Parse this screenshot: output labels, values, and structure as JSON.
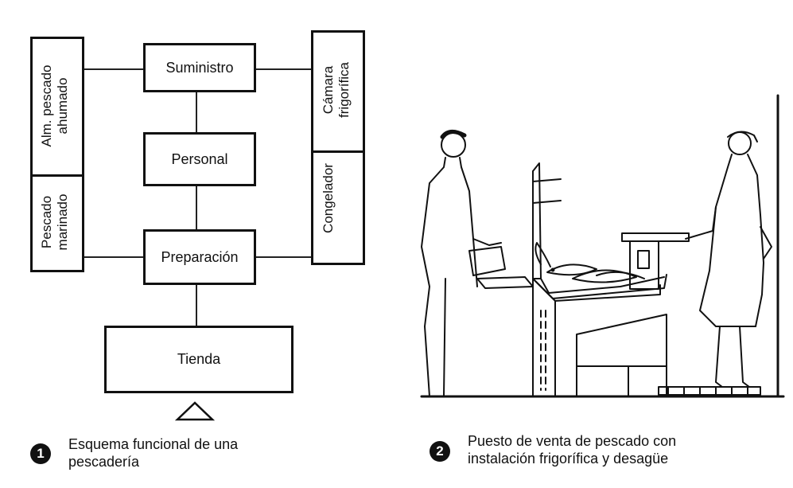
{
  "diagram1": {
    "boxes": {
      "suministro": "Suministro",
      "personal": "Personal",
      "preparacion": "Preparación",
      "tienda": "Tienda"
    },
    "left_panel": {
      "upper": [
        "Alm. pescado",
        "ahumado"
      ],
      "lower": [
        "Pescado",
        "marinado"
      ]
    },
    "right_panel": {
      "upper": [
        "Cámara",
        "frigorífica"
      ],
      "lower": [
        "Congelador"
      ]
    },
    "badge": "1",
    "caption": [
      "Esquema funcional de una",
      "pescadería"
    ]
  },
  "diagram2": {
    "badge": "2",
    "caption": [
      "Puesto de venta de pescado con",
      "instalación frigorífica y desagüe"
    ]
  }
}
